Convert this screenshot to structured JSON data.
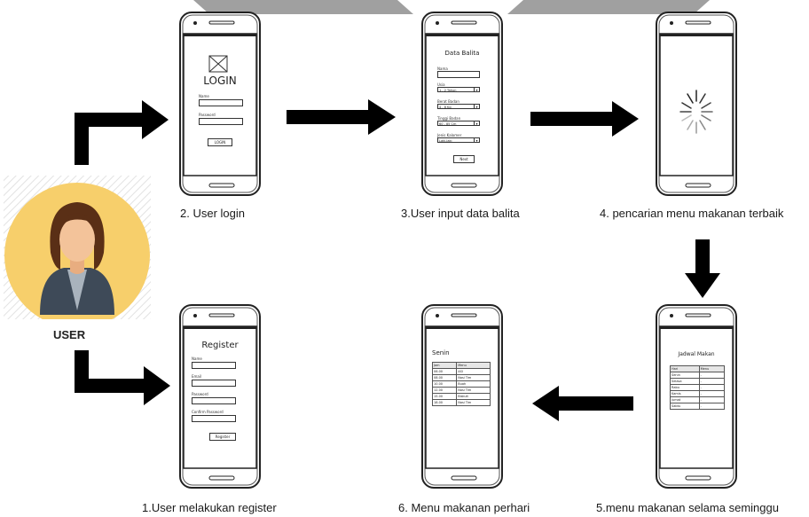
{
  "user": {
    "label": "USER"
  },
  "captions": {
    "register": "1.User melakukan register",
    "login": "2.  User login",
    "input": "3.User input data balita",
    "search": "4. pencarian menu makanan terbaik",
    "weekly": "5.menu makanan selama seminggu",
    "daily": "6. Menu makanan perhari"
  },
  "login_screen": {
    "title": "LOGIN",
    "name_label": "Name",
    "password_label": "Password",
    "button": "LOGIN"
  },
  "input_screen": {
    "title": "Data Balita",
    "name_label": "Nama",
    "usia_label": "Usia",
    "usia_value": "1 - 2 Tahun",
    "berat_label": "Berat Badan",
    "berat_value": "4 - 8 Kg",
    "tinggi_label": "Tinggi Badan",
    "tinggi_value": "60 - 85 Cm",
    "kalori_label": "Jenis Kalomer",
    "kalori_value": "Laki-laki",
    "button": "Next"
  },
  "register_screen": {
    "title": "Register",
    "name_label": "Name",
    "email_label": "Email",
    "password_label": "Password",
    "confirm_label": "Confirm Password",
    "button": "Register"
  },
  "weekly_screen": {
    "title": "Jadwal Makan",
    "headers": [
      "Hari",
      "Menu"
    ],
    "rows": [
      [
        "Senin",
        "-"
      ],
      [
        "Selasa",
        "-"
      ],
      [
        "Rabu",
        "-"
      ],
      [
        "Kamis",
        "-"
      ],
      [
        "Jumat",
        "-"
      ],
      [
        "Sabtu",
        "-"
      ]
    ]
  },
  "daily_screen": {
    "title": "Senin",
    "headers": [
      "Jam",
      "Menu"
    ],
    "rows": [
      [
        "06.00",
        "ASI"
      ],
      [
        "08.00",
        "Nasi Tim"
      ],
      [
        "10.00",
        "Buah"
      ],
      [
        "12.00",
        "Nasi Tim"
      ],
      [
        "15.00",
        "Biskuit"
      ],
      [
        "18.00",
        "Nasi Tim"
      ]
    ]
  },
  "colors": {
    "arrow": "#000000",
    "avatar_bg": "#f7cf6b",
    "hair": "#5a2f16",
    "skin": "#f3c39a",
    "jacket": "#3e4a58",
    "shirt": "#a9b3bd",
    "header_bars": "#a0a0a0"
  }
}
